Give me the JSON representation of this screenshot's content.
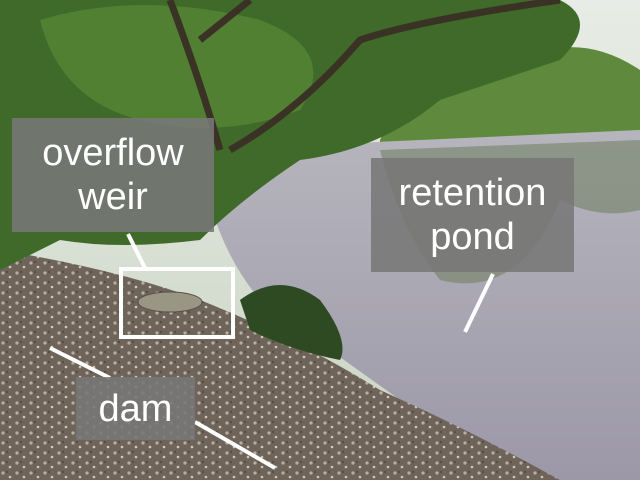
{
  "labels": {
    "overflow_weir": [
      "overflow",
      "weir"
    ],
    "retention_pond": [
      "retention",
      "pond"
    ],
    "dam": "dam"
  },
  "colors": {
    "label_bg": "#787878",
    "label_text": "#ffffff",
    "water": "#a9a6b4",
    "foliage": "#3f6a2a",
    "gravel": "#7a6e62"
  }
}
